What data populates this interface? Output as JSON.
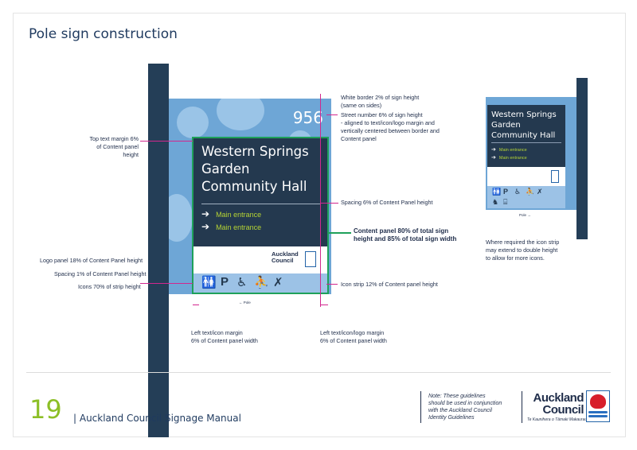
{
  "page": {
    "title": "Pole sign construction",
    "page_number": "19",
    "manual_title": "| Auckland Council Signage Manual",
    "note": [
      "Note: These guidelines",
      "should be used in conjunction",
      "with the Auckland Council",
      "Identity Guidelines"
    ]
  },
  "sign": {
    "street_number": "956",
    "title_lines": [
      "Western Springs",
      "Garden",
      "Community Hall"
    ],
    "directions": [
      "Main entrance",
      "Main entrance"
    ],
    "pole_label": "Pole",
    "logo_text": [
      "Auckland",
      "Council"
    ]
  },
  "small_sign": {
    "title_lines": [
      "Western Springs",
      "Garden",
      "Community Hall"
    ],
    "directions": [
      "Main entrance",
      "Main entrance"
    ],
    "pole_label": "Pole"
  },
  "annotations": {
    "white_border": [
      "White border 2% of sign height",
      "(same on sides)"
    ],
    "street_number": [
      "Street number 6% of sign height",
      "- aligned to text/icon/logo margin and",
      "vertically centered between border and",
      "Content panel"
    ],
    "top_margin": [
      "Top text margin 6%",
      "of Content panel height"
    ],
    "spacing": "Spacing 6% of Content Panel height",
    "content_panel": [
      "Content panel 80% of total sign",
      "height and 85% of total sign width"
    ],
    "logo_panel": "Logo panel 18% of Content Panel height",
    "spacing_1": "Spacing 1% of Content Panel height",
    "icons": "Icons 70% of strip height",
    "icon_strip": "Icon strip 12% of Content panel height",
    "left_margin": [
      "Left text/icon margin",
      "6% of Content panel width"
    ],
    "right_margin": [
      "Left text/icon/logo margin",
      "6% of Content panel width"
    ],
    "icon_strip_note": [
      "Where required the icon strip",
      "may extend to double height",
      "to allow for more icons."
    ]
  },
  "footer_logo": {
    "lines": [
      "Auckland",
      "Council"
    ],
    "tagline": "Te Kaunihera o Tāmaki Makaurau"
  },
  "colors": {
    "panel": "#24394f",
    "sign_bg": "#6ea6d6",
    "accent_green": "#1ea15a",
    "dimension_magenta": "#d2278e",
    "direction_text": "#b5d334",
    "page_number": "#8cbf26"
  },
  "icons": [
    "toilets-icon",
    "parking-icon",
    "accessible-icon",
    "playground-icon",
    "picnic-icon",
    "no-dogs-icon",
    "arrow-right-icon"
  ]
}
